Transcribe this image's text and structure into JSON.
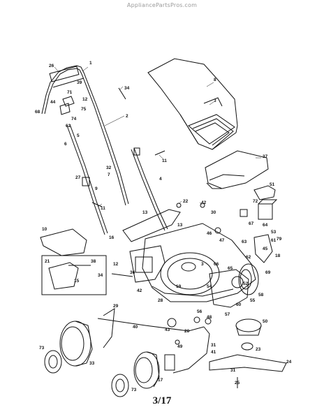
{
  "watermark": "AppliancePartsPros.com",
  "page_number": "3/17",
  "callouts": [
    {
      "id": "c26",
      "text": "26"
    },
    {
      "id": "c1",
      "text": "1"
    },
    {
      "id": "c39",
      "text": "39"
    },
    {
      "id": "c71",
      "text": "71"
    },
    {
      "id": "c12a",
      "text": "12"
    },
    {
      "id": "c44",
      "text": "44"
    },
    {
      "id": "c75",
      "text": "75"
    },
    {
      "id": "c68",
      "text": "68"
    },
    {
      "id": "c74",
      "text": "74"
    },
    {
      "id": "c62a",
      "text": "62"
    },
    {
      "id": "c5",
      "text": "5"
    },
    {
      "id": "c6",
      "text": "6"
    },
    {
      "id": "c34a",
      "text": "34"
    },
    {
      "id": "c2",
      "text": "2"
    },
    {
      "id": "c8",
      "text": "8"
    },
    {
      "id": "c3",
      "text": "3"
    },
    {
      "id": "c11a",
      "text": "11"
    },
    {
      "id": "c37",
      "text": "37"
    },
    {
      "id": "c32",
      "text": "32"
    },
    {
      "id": "c7",
      "text": "7"
    },
    {
      "id": "c27",
      "text": "27"
    },
    {
      "id": "c9",
      "text": "9"
    },
    {
      "id": "c11b",
      "text": "11"
    },
    {
      "id": "c4",
      "text": "4"
    },
    {
      "id": "c51",
      "text": "51"
    },
    {
      "id": "c72",
      "text": "72"
    },
    {
      "id": "c22",
      "text": "22"
    },
    {
      "id": "c42a",
      "text": "42"
    },
    {
      "id": "c30",
      "text": "30"
    },
    {
      "id": "c13a",
      "text": "13"
    },
    {
      "id": "c13b",
      "text": "13"
    },
    {
      "id": "c67",
      "text": "67"
    },
    {
      "id": "c64a",
      "text": "64"
    },
    {
      "id": "c63",
      "text": "63"
    },
    {
      "id": "c53",
      "text": "53"
    },
    {
      "id": "c10",
      "text": "10"
    },
    {
      "id": "c16",
      "text": "16"
    },
    {
      "id": "c46",
      "text": "46"
    },
    {
      "id": "c47",
      "text": "47"
    },
    {
      "id": "c61",
      "text": "61"
    },
    {
      "id": "c79",
      "text": "79"
    },
    {
      "id": "c18",
      "text": "18"
    },
    {
      "id": "c45",
      "text": "45"
    },
    {
      "id": "c21",
      "text": "21"
    },
    {
      "id": "c38",
      "text": "38"
    },
    {
      "id": "c15",
      "text": "15"
    },
    {
      "id": "c34b",
      "text": "34"
    },
    {
      "id": "c12b",
      "text": "12"
    },
    {
      "id": "c36",
      "text": "36"
    },
    {
      "id": "c65",
      "text": "65"
    },
    {
      "id": "c66",
      "text": "66"
    },
    {
      "id": "c62b",
      "text": "62"
    },
    {
      "id": "c3b",
      "text": "3"
    },
    {
      "id": "c69",
      "text": "69"
    },
    {
      "id": "c52",
      "text": "52"
    },
    {
      "id": "c54",
      "text": "54"
    },
    {
      "id": "c19",
      "text": "19"
    },
    {
      "id": "c28",
      "text": "28"
    },
    {
      "id": "c42b",
      "text": "42"
    },
    {
      "id": "c55",
      "text": "55"
    },
    {
      "id": "c60",
      "text": "60"
    },
    {
      "id": "c58",
      "text": "58"
    },
    {
      "id": "c29",
      "text": "29"
    },
    {
      "id": "c56",
      "text": "56"
    },
    {
      "id": "c48",
      "text": "48"
    },
    {
      "id": "c57",
      "text": "57"
    },
    {
      "id": "c50",
      "text": "50"
    },
    {
      "id": "c40",
      "text": "40"
    },
    {
      "id": "c43",
      "text": "43"
    },
    {
      "id": "c20",
      "text": "20"
    },
    {
      "id": "c49",
      "text": "49"
    },
    {
      "id": "c31a",
      "text": "31"
    },
    {
      "id": "c23",
      "text": "23"
    },
    {
      "id": "c73a",
      "text": "73"
    },
    {
      "id": "c33",
      "text": "33"
    },
    {
      "id": "c41",
      "text": "41"
    },
    {
      "id": "c24",
      "text": "24"
    },
    {
      "id": "c17",
      "text": "17"
    },
    {
      "id": "c31b",
      "text": "31"
    },
    {
      "id": "c73b",
      "text": "73"
    },
    {
      "id": "c25",
      "text": "25"
    }
  ]
}
